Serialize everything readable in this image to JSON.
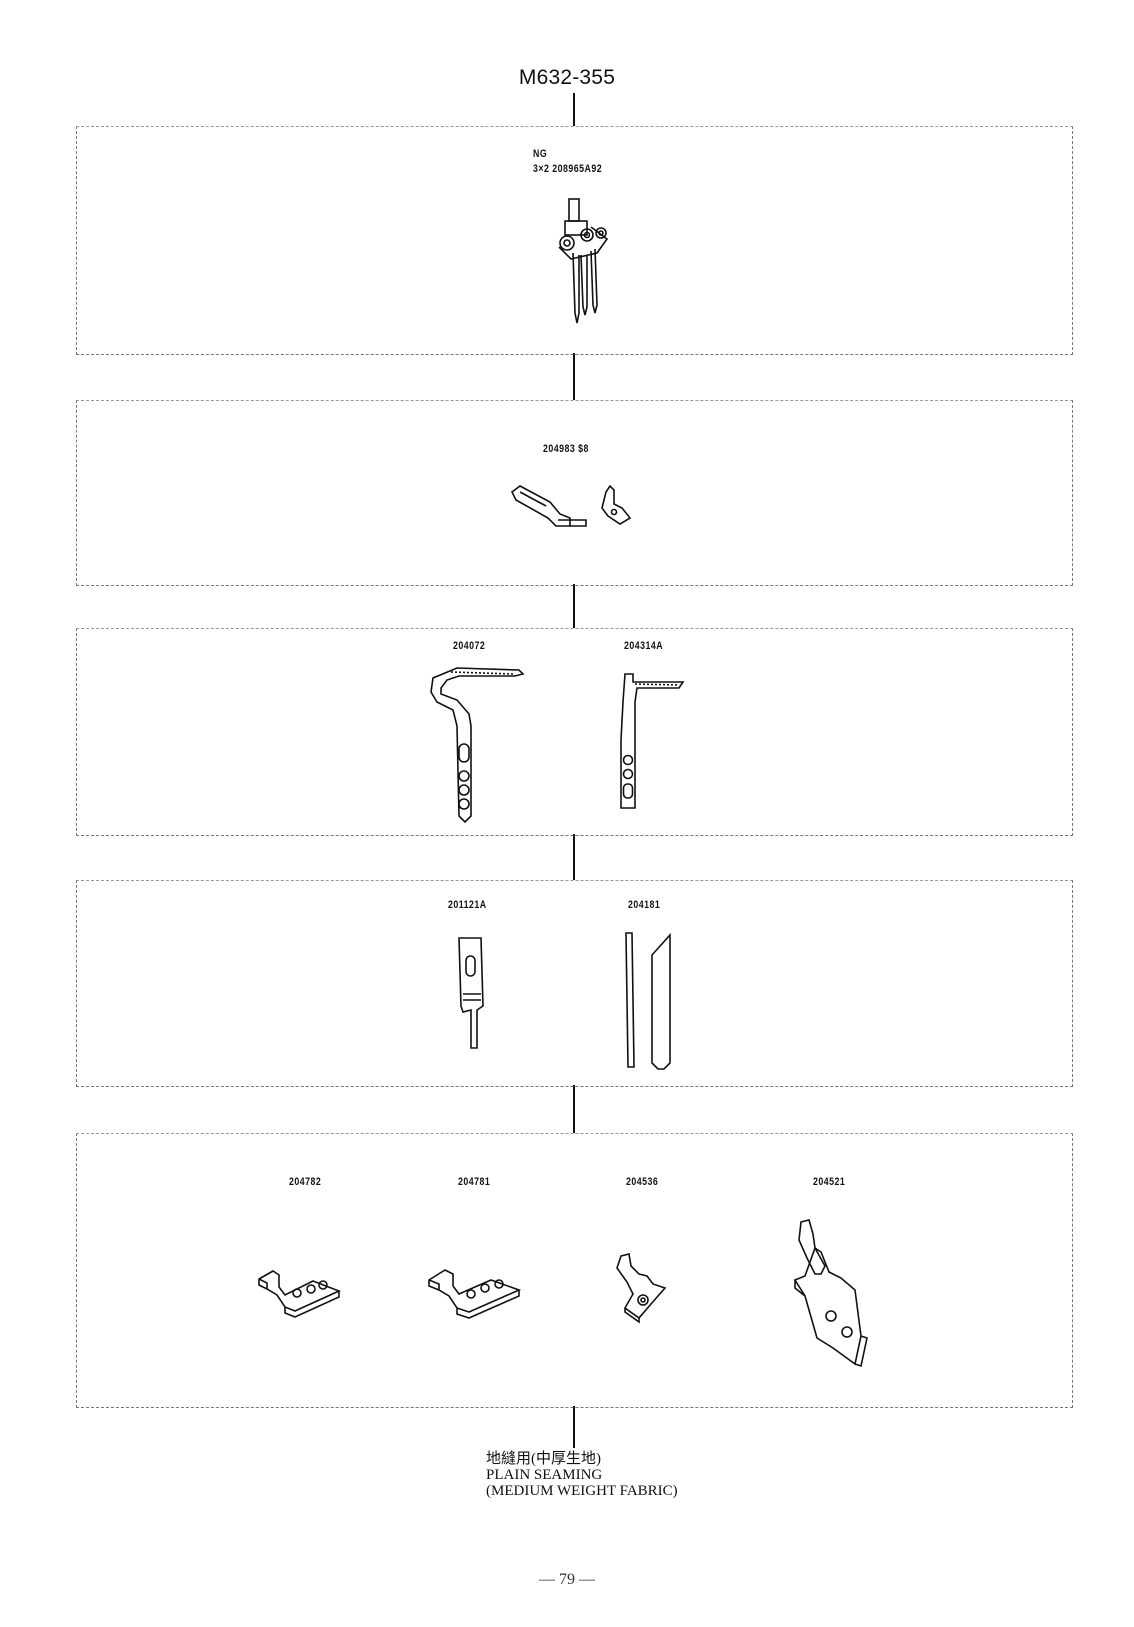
{
  "model": "M632-355",
  "sections": {
    "needle": {
      "labels": [
        "NG",
        "3×2 208965A92"
      ],
      "icon": "needle-holder-icon"
    },
    "looper": {
      "labels": [
        "204983 $8"
      ],
      "icon": "looper-pair-icon"
    },
    "loopers2": {
      "labels": [
        "204072",
        "204314A"
      ],
      "icons": [
        "looper-204072-icon",
        "looper-204314a-icon"
      ]
    },
    "knives": {
      "labels": [
        "201121A",
        "204181"
      ],
      "icons": [
        "knife-201121a-icon",
        "knife-204181-icon"
      ]
    },
    "plates": {
      "labels": [
        "204782",
        "204781",
        "204536",
        "204521"
      ],
      "icons": [
        "plate-204782-icon",
        "plate-204781-icon",
        "guide-204536-icon",
        "holder-204521-icon"
      ]
    }
  },
  "caption": {
    "cjk": "地縫用(中厚生地)",
    "line1": "PLAIN SEAMING",
    "line2": "(MEDIUM WEIGHT FABRIC)"
  },
  "page_number": "— 79 —"
}
